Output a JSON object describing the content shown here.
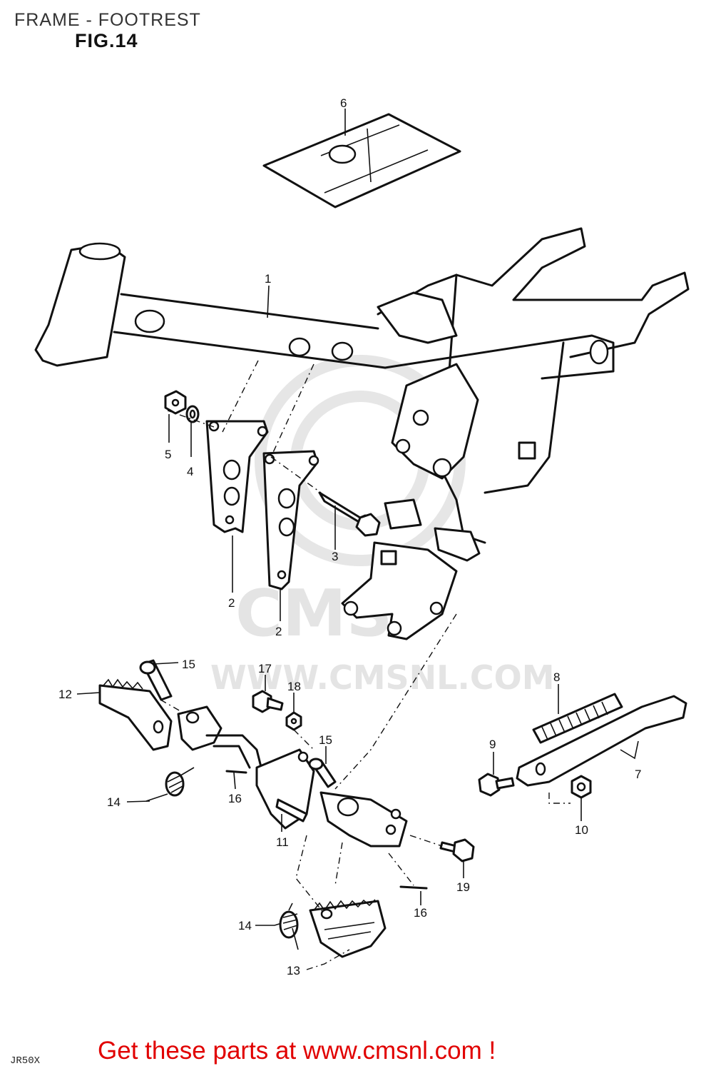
{
  "page": {
    "title": "FRAME - FOOTREST",
    "figure": "FIG.14",
    "drawing_code": "JR50X"
  },
  "watermark": {
    "text": "WWW.CMSNL.COM",
    "logo": "CMS"
  },
  "footer": {
    "banner": "Get these parts at www.cmsnl.com !"
  },
  "callouts": {
    "c6": "6",
    "c1": "1",
    "c5": "5",
    "c4": "4",
    "c3": "3",
    "c2a": "2",
    "c2b": "2",
    "c15a": "15",
    "c17": "17",
    "c18": "18",
    "c12": "12",
    "c8": "8",
    "c9": "9",
    "c7": "7",
    "c15b": "15",
    "c14a": "14",
    "c16a": "16",
    "c11": "11",
    "c10": "10",
    "c19": "19",
    "c16b": "16",
    "c14b": "14",
    "c13": "13"
  },
  "colors": {
    "line": "#111111",
    "banner": "#e10000",
    "watermark": "#e4e4e4"
  }
}
